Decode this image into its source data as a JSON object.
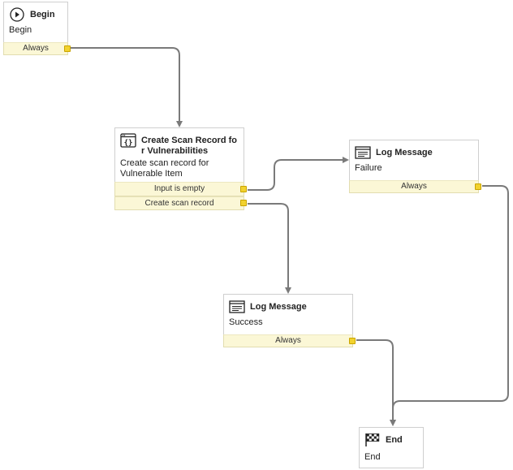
{
  "colors": {
    "wire": "#7a7a7a",
    "port_fill": "#f2d22e",
    "output_bg": "#fbf7d6",
    "node_border": "#cfcfcf"
  },
  "nodes": {
    "begin": {
      "title": "Begin",
      "description": "Begin",
      "icon": "play-icon",
      "outputs": [
        "Always"
      ]
    },
    "create_scan": {
      "title": "Create Scan Record fo r Vulnerabilities",
      "description": "Create scan record for Vulnerable Item",
      "icon": "script-braces-icon",
      "outputs": [
        "Input is empty",
        "Create scan record"
      ]
    },
    "log_failure": {
      "title": "Log Message",
      "description": "Failure",
      "icon": "log-window-icon",
      "outputs": [
        "Always"
      ]
    },
    "log_success": {
      "title": "Log Message",
      "description": "Success",
      "icon": "log-window-icon",
      "outputs": [
        "Always"
      ]
    },
    "end": {
      "title": "End",
      "description": "End",
      "icon": "checkered-flag-icon",
      "outputs": []
    }
  }
}
